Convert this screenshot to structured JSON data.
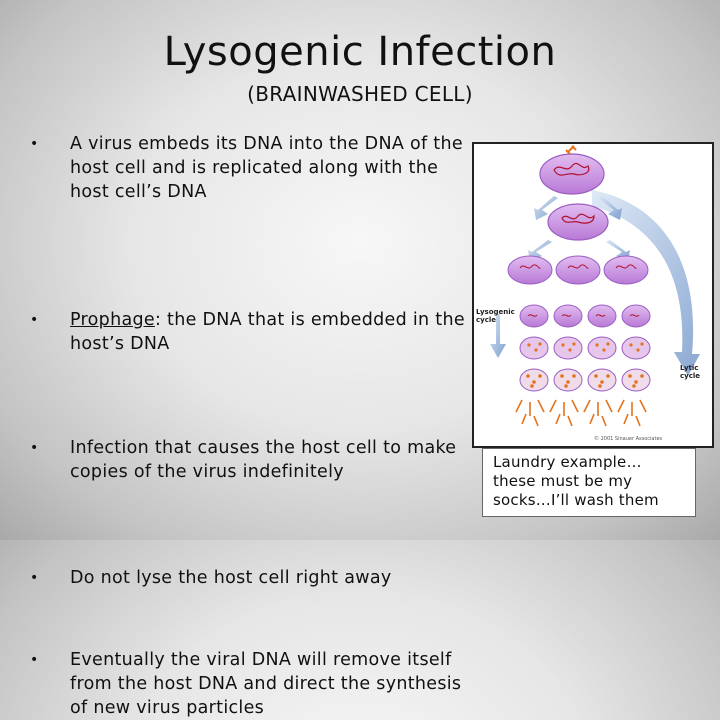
{
  "slide": {
    "title": "Lysogenic Infection",
    "subtitle": "(BRAINWASHED CELL)"
  },
  "bullets": [
    {
      "text": "A virus embeds its DNA into the DNA of the host cell and is replicated along with the host cell’s DNA"
    },
    {
      "term": "Prophage",
      "text": ": the DNA that is embedded in the host’s DNA"
    },
    {
      "text": "Infection that causes the host cell to make copies of the virus indefinitely"
    },
    {
      "text": "Do not lyse the host cell right away"
    },
    {
      "text": "Eventually the viral DNA will remove itself from the host DNA and direct the synthesis of new virus particles"
    }
  ],
  "bullet_marker": "•",
  "figure": {
    "label_left": "Lysogenic cycle",
    "label_right": "Lytic cycle",
    "copyright": "© 2001 Sinauer Associates"
  },
  "note": {
    "text": "Laundry example… these must be my socks…I’ll wash them"
  },
  "colors": {
    "cell_fill": "#cf9be6",
    "cell_stroke": "#9a5ec2",
    "dna": "#b0122e",
    "phage": "#e4731c",
    "arrow": "#8fb0d9"
  }
}
